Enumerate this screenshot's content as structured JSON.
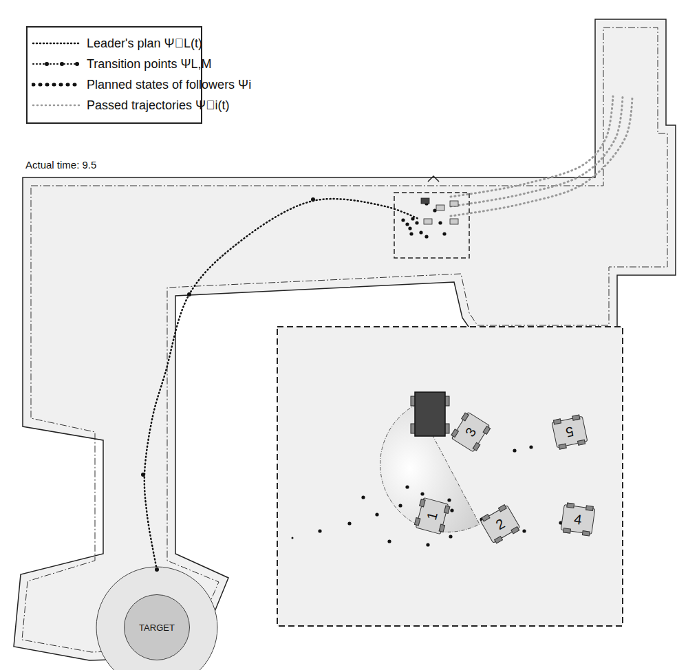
{
  "diagram": {
    "nodes": [
      {
        "text": [
          "3"
        ]
      },
      {
        "text": [
          "5"
        ]
      },
      {
        "text": [
          "1"
        ]
      },
      {
        "text": [
          "2"
        ]
      },
      {
        "text": [
          "4"
        ]
      },
      {
        "text": [
          "TARGET"
        ]
      }
    ],
    "labels": [
      "Actual time: 9.5"
    ],
    "legend": [
      {
        "text": "Leader's plan Ψ⃗L(t)"
      },
      {
        "text": "Transition points ΨL,M"
      },
      {
        "text": "Planned states of followers Ψi"
      },
      {
        "text": "Passed trajectories Ψ⃖i(t)"
      }
    ]
  }
}
